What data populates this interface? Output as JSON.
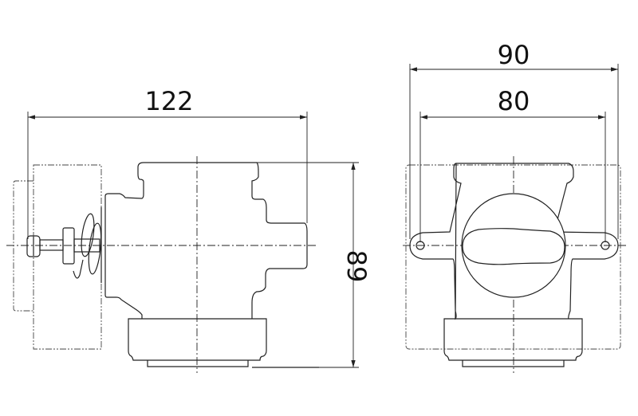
{
  "drawing": {
    "side_view": {
      "width_dimension": "122",
      "height_dimension": "89"
    },
    "front_view": {
      "overall_width_dimension": "90",
      "hole_spacing_dimension": "80"
    },
    "line_color": "#222222"
  }
}
